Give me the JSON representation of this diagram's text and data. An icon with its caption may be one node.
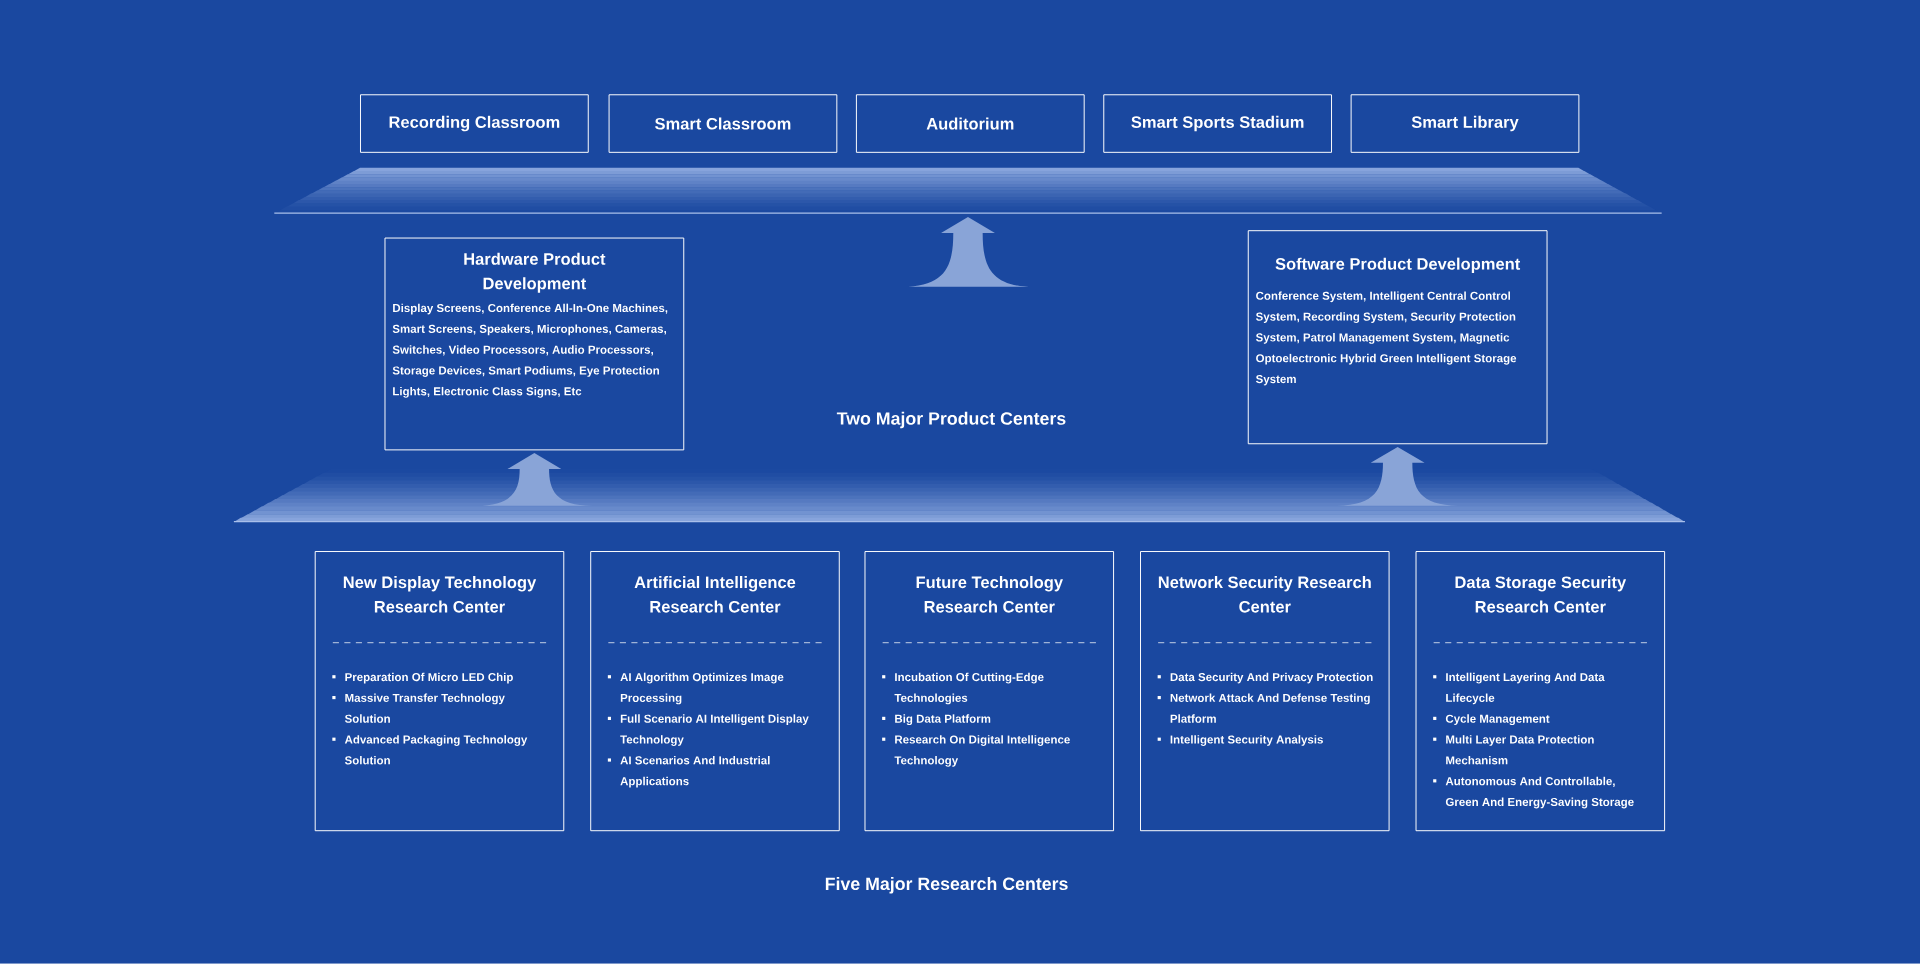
{
  "diagram": {
    "nodes": [
      {
        "text": [
          "Recording Classroom"
        ]
      },
      {
        "text": [
          "Smart Classroom"
        ]
      },
      {
        "text": [
          "Auditorium"
        ]
      },
      {
        "text": [
          "Smart Sports Stadium"
        ]
      },
      {
        "text": [
          "Smart Library"
        ]
      },
      {
        "text": [],
        "shape": "band"
      },
      {
        "text": [
          "Hardware Product Development",
          "Display Screens, Conference All-In-One Machines, Smart Screens, Speakers, Microphones, Cameras, Switches, Video Processors, Audio Processors, Storage Devices, Smart Podiums, Eye Protection Lights, Electronic Class Signs, Etc"
        ]
      },
      {
        "text": [
          "Software Product Development",
          "Conference System, Intelligent Central Control System, Recording System, Security Protection System, Patrol Management System, Magnetic Optoelectronic Hybrid Green Intelligent Storage System"
        ]
      },
      {
        "text": [],
        "shape": "band"
      },
      {
        "text": [
          "New Display Technology Research Center",
          "Preparation Of Micro LED Chip",
          "Massive Transfer Technology Solution",
          "Advanced Packaging Technology Solution"
        ]
      },
      {
        "text": [
          "Artificial Intelligence Research Center",
          "AI Algorithm Optimizes Image Processing",
          "Full Scenario AI Intelligent Display Technology",
          "AI Scenarios And Industrial Applications"
        ]
      },
      {
        "text": [
          "Future Technology Research Center",
          "Incubation Of Cutting-Edge Technologies",
          "Big Data Platform",
          "Research On Digital Intelligence Technology"
        ]
      },
      {
        "text": [
          "Network Security Research Center",
          "Data Security And Privacy Protection",
          "Network Attack And Defense Testing Platform",
          "Intelligent Security Analysis"
        ]
      },
      {
        "text": [
          "Data Storage Security Research Center",
          "Intelligent Layering And Data Lifecycle",
          "Cycle Management",
          "Multi Layer Data Protection Mechanism",
          "Autonomous And Controllable, Green And Energy-Saving Storage"
        ]
      }
    ],
    "edges": [
      {
        "from": null,
        "to": 5,
        "arrow": "to"
      },
      {
        "from": 8,
        "to": 6,
        "arrow": "to"
      },
      {
        "from": 8,
        "to": 7,
        "arrow": "to"
      }
    ],
    "labels": [
      "Two Major Product Centers",
      "Five Major Research Centers"
    ]
  }
}
